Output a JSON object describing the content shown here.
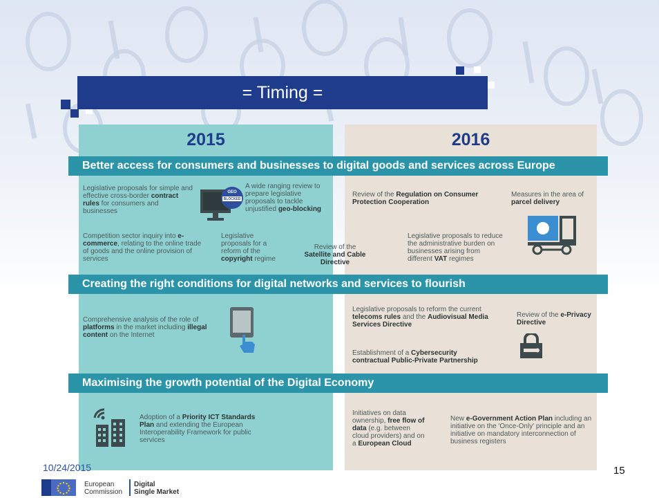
{
  "title": "= Timing =",
  "years": {
    "y2015": "2015",
    "y2016": "2016"
  },
  "bands": {
    "b1": "Better access for consumers and businesses to digital goods and services across Europe",
    "b2": "Creating the right conditions for digital networks and services to flourish",
    "b3": "Maximising the growth potential of the Digital Economy"
  },
  "items": {
    "contract_rules": [
      "Legislative proposals for simple and effective cross-border ",
      "contract rules",
      " for consumers and businesses"
    ],
    "geo_review": [
      "A wide ranging review to prepare legislative proposals to tackle unjustified ",
      "geo-blocking"
    ],
    "geo_icon_label": [
      "GEO",
      "BLOCKED"
    ],
    "ecommerce": [
      "Competition sector inquiry into ",
      "e-commerce",
      ", relating to the online trade of goods and the online provision of services"
    ],
    "copyright": [
      "Legislative proposals for a reform of the ",
      "copyright",
      " regime"
    ],
    "satellite": [
      "Review of the ",
      "Satellite and Cable Directive"
    ],
    "consumer_protection": [
      "Review of the ",
      "Regulation on Consumer Protection Cooperation"
    ],
    "parcel": [
      "Measures in the area of ",
      "parcel delivery"
    ],
    "vat": [
      "Legislative proposals to reduce the administrative burden on businesses arising from different ",
      "VAT",
      " regimes"
    ],
    "platforms": [
      "Comprehensive analysis of the role of ",
      "platforms",
      " in the market including ",
      "illegal content",
      " on the Internet"
    ],
    "telecoms": [
      "Legislative proposals to reform the current ",
      "telecoms rules",
      " and the ",
      "Audiovisual Media Services Directive"
    ],
    "eprivacy": [
      "Review of the ",
      "e-Privacy Directive"
    ],
    "cybersecurity": [
      "Establishment of a ",
      "Cybersecurity contractual Public-Private Partnership"
    ],
    "ict_standards": [
      "Adoption of a ",
      "Priority ICT Standards Plan",
      " and extending the European Interoperability Framework for public services"
    ],
    "data": [
      "Initiatives on data ownership, ",
      "free flow of data",
      " (e.g. between cloud providers) and on a ",
      "European Cloud"
    ],
    "egov": [
      "New ",
      "e-Government Action Plan",
      " including an initiative on the 'Once-Only' principle and an initiative on mandatory interconnection of business registers"
    ]
  },
  "footer": {
    "date": "10/24/2015",
    "page": "15",
    "org_line1": "European",
    "org_line2": "Commission",
    "unit_line1": "Digital",
    "unit_line2": "Single Market"
  },
  "colors": {
    "navy": "#1f3c8c",
    "teal_band": "#2b94a8",
    "col2015": "#8fd0d0",
    "col2016": "#e9e1d7"
  }
}
